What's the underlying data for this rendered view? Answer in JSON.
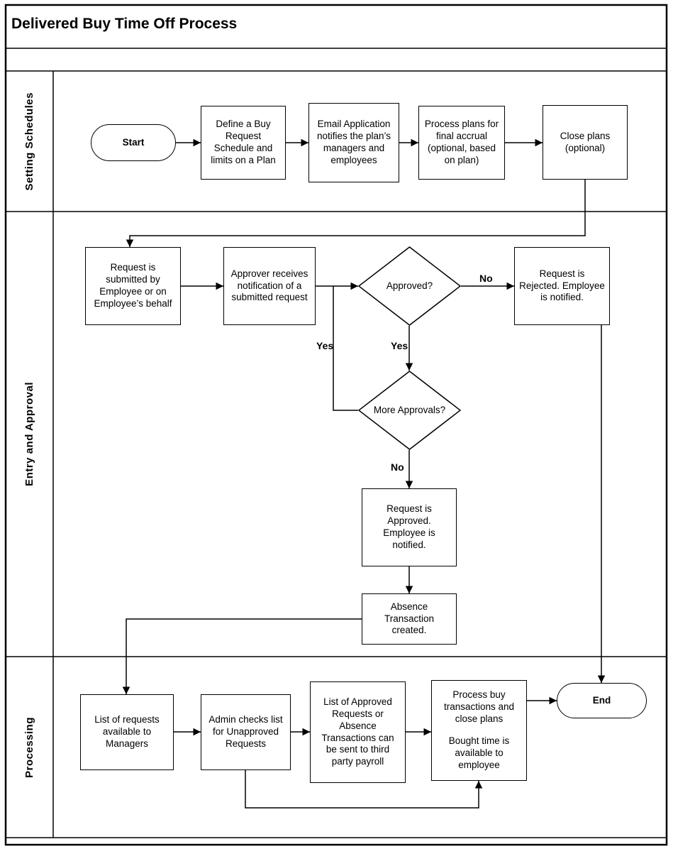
{
  "title": "Delivered Buy Time Off Process",
  "lanes": {
    "lane1": "Setting Schedules",
    "lane2": "Entry and Approval",
    "lane3": "Processing"
  },
  "nodes": {
    "start": "Start",
    "define_schedule": "Define a Buy Request Schedule and limits on a Plan",
    "email_notify": "Email Application notifies the plan’s managers and employees",
    "process_accrual": "Process plans for final accrual (optional, based on plan)",
    "close_plans": "Close plans (optional)",
    "request_submitted": "Request is submitted by Employee or on Employee’s behalf",
    "approver_notified": "Approver receives notification of a submitted request",
    "approved_q": "Approved?",
    "request_rejected": "Request is Rejected. Employee is notified.",
    "more_approvals_q": "More Approvals?",
    "request_approved": "Request is Approved. Employee is notified.",
    "absence_created": "Absence Transaction created.",
    "list_requests": "List of requests available to Managers",
    "admin_checks": "Admin checks list for Unapproved Requests",
    "list_approved": "List of Approved Requests or Absence Transactions can be sent to third party payroll",
    "process_buy_1": "Process buy transactions and close plans",
    "process_buy_2": "Bought time is available to employee",
    "end": "End"
  },
  "edge_labels": {
    "no_rejected": "No",
    "yes_loop": "Yes",
    "yes_more": "Yes",
    "no_approved": "No"
  },
  "colors": {
    "line": "#000000",
    "background": "#ffffff"
  }
}
